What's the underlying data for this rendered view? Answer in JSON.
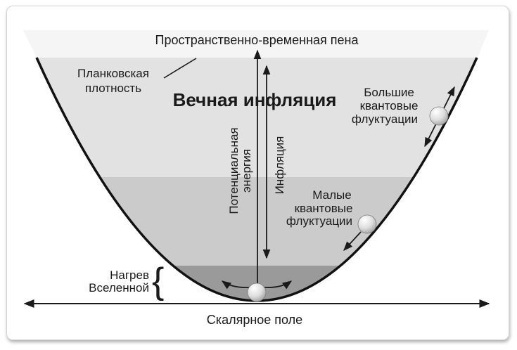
{
  "diagram": {
    "spacetime_foam": "Пространственно-временная пена",
    "planck_density": [
      "Планковская",
      "плотность"
    ],
    "eternal_inflation": "Вечная инфляция",
    "large_fluctuations": [
      "Большие",
      "квантовые",
      "флуктуации"
    ],
    "small_fluctuations": [
      "Малые",
      "квантовые",
      "флуктуации"
    ],
    "potential_energy": [
      "Потенциальная",
      "энергия"
    ],
    "inflation_axis": "Инфляция",
    "reheating": [
      "Нагрев",
      "Вселенной"
    ],
    "reheating_brace": "{",
    "scalar_field": "Скалярное поле"
  },
  "colors": {
    "foam_band": "#f5f5f5",
    "inflation_band": "#e2e2e2",
    "mid_band": "#cbcbcb",
    "reheating_band": "#9a9a9a",
    "curve": "#111111",
    "arrow": "#1a1a1a",
    "text": "#1a1a1a"
  }
}
